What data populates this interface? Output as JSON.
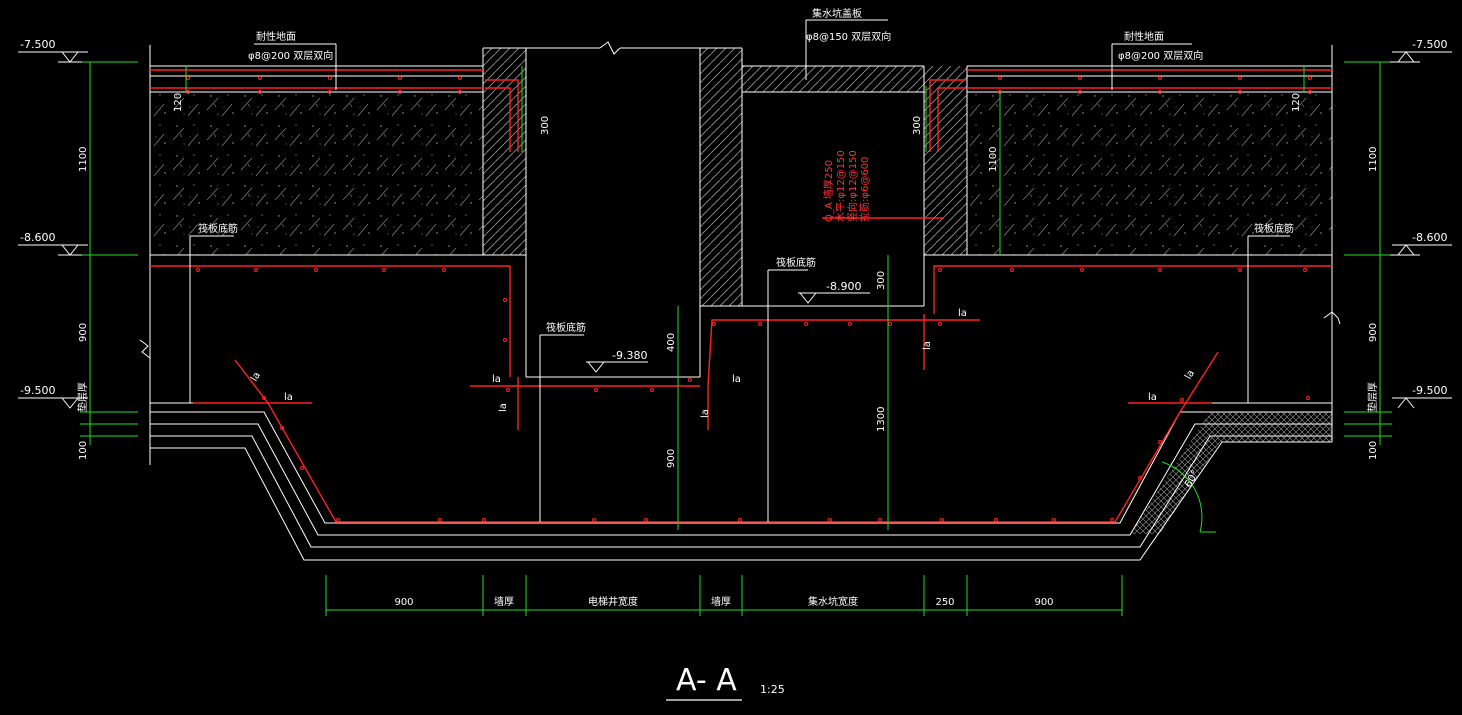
{
  "title": "A- A",
  "scale": "1:25",
  "levels": {
    "l1": "-7.500",
    "l2": "-8.600",
    "l3": "-9.500",
    "l4": "-8.900",
    "l5": "-9.380"
  },
  "callouts": {
    "floor_left_title": "耐性地面",
    "floor_left_rebar": "φ8@200  双层双向",
    "floor_right_title": "耐性地面",
    "floor_right_rebar": "φ8@200  双层双向",
    "pit_cover_title": "集水坑盖板",
    "pit_cover_rebar": "φ8@150  双层双向",
    "raft_note": "筏板底筋"
  },
  "red_note": [
    "Q_A 墙厚250",
    "水平:φ12@150",
    "竖向:φ12@150",
    "拉筋:φ6@600"
  ],
  "dims": {
    "d120": "120",
    "d1100": "1100",
    "d300": "300",
    "d900": "900",
    "d400": "400",
    "d1300": "1300",
    "d100": "100",
    "d250": "250",
    "la": "la",
    "angle": "60°",
    "cushion": "垫层厚"
  },
  "bottom_dims": [
    "900",
    "墙厚",
    "电梯井宽度",
    "墙厚",
    "集水坑宽度",
    "250",
    "900"
  ],
  "colors": {
    "background": "#000000",
    "linework": "#ffffff",
    "rebar": "#ff2020",
    "dimension": "#22dd22"
  }
}
